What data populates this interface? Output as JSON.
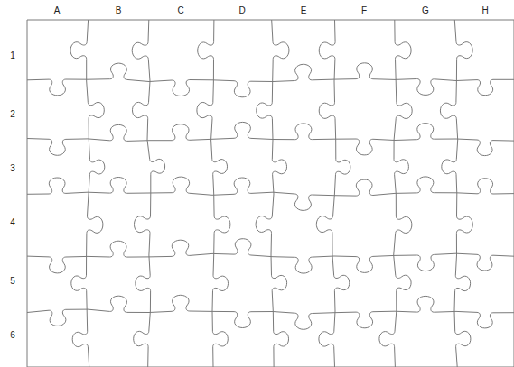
{
  "diagram": {
    "labels": [
      "A",
      "B",
      "C",
      "D",
      "E",
      "F",
      "G",
      "H",
      "1",
      "2",
      "3",
      "4",
      "5",
      "6"
    ]
  }
}
